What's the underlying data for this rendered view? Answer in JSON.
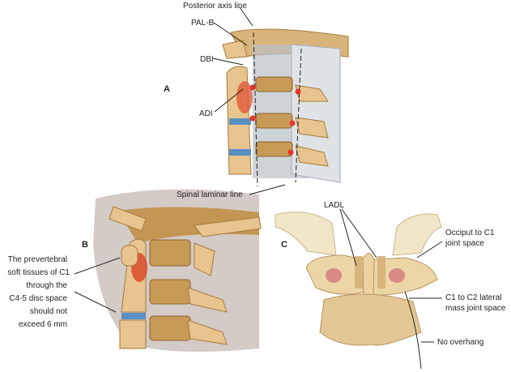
{
  "panels": {
    "a": {
      "letter": "A",
      "labels": {
        "posterior_axis_line": "Posterior axis line",
        "pal_b": "PAL-B",
        "dbi": "DBI",
        "adi": "ADI",
        "spinal_laminar_line": "Spinal laminar line"
      }
    },
    "b": {
      "letter": "B",
      "note_lines": [
        "The prevertebral",
        "soft tissues of C1",
        "through the",
        "C4-5 disc space",
        "should not",
        "exceed 6 mm"
      ]
    },
    "c": {
      "letter": "C",
      "labels": {
        "ladl": "LADL",
        "occiput_c1_1": "Occiput to C1",
        "occiput_c1_2": "joint space",
        "c1_c2_1": "C1 to C2 lateral",
        "c1_c2_2": "mass joint space",
        "no_overhang": "No overhang"
      }
    }
  },
  "colors": {
    "bone": "#e8c58e",
    "marker": "#e8352a",
    "disc": "#5a8fc4"
  }
}
